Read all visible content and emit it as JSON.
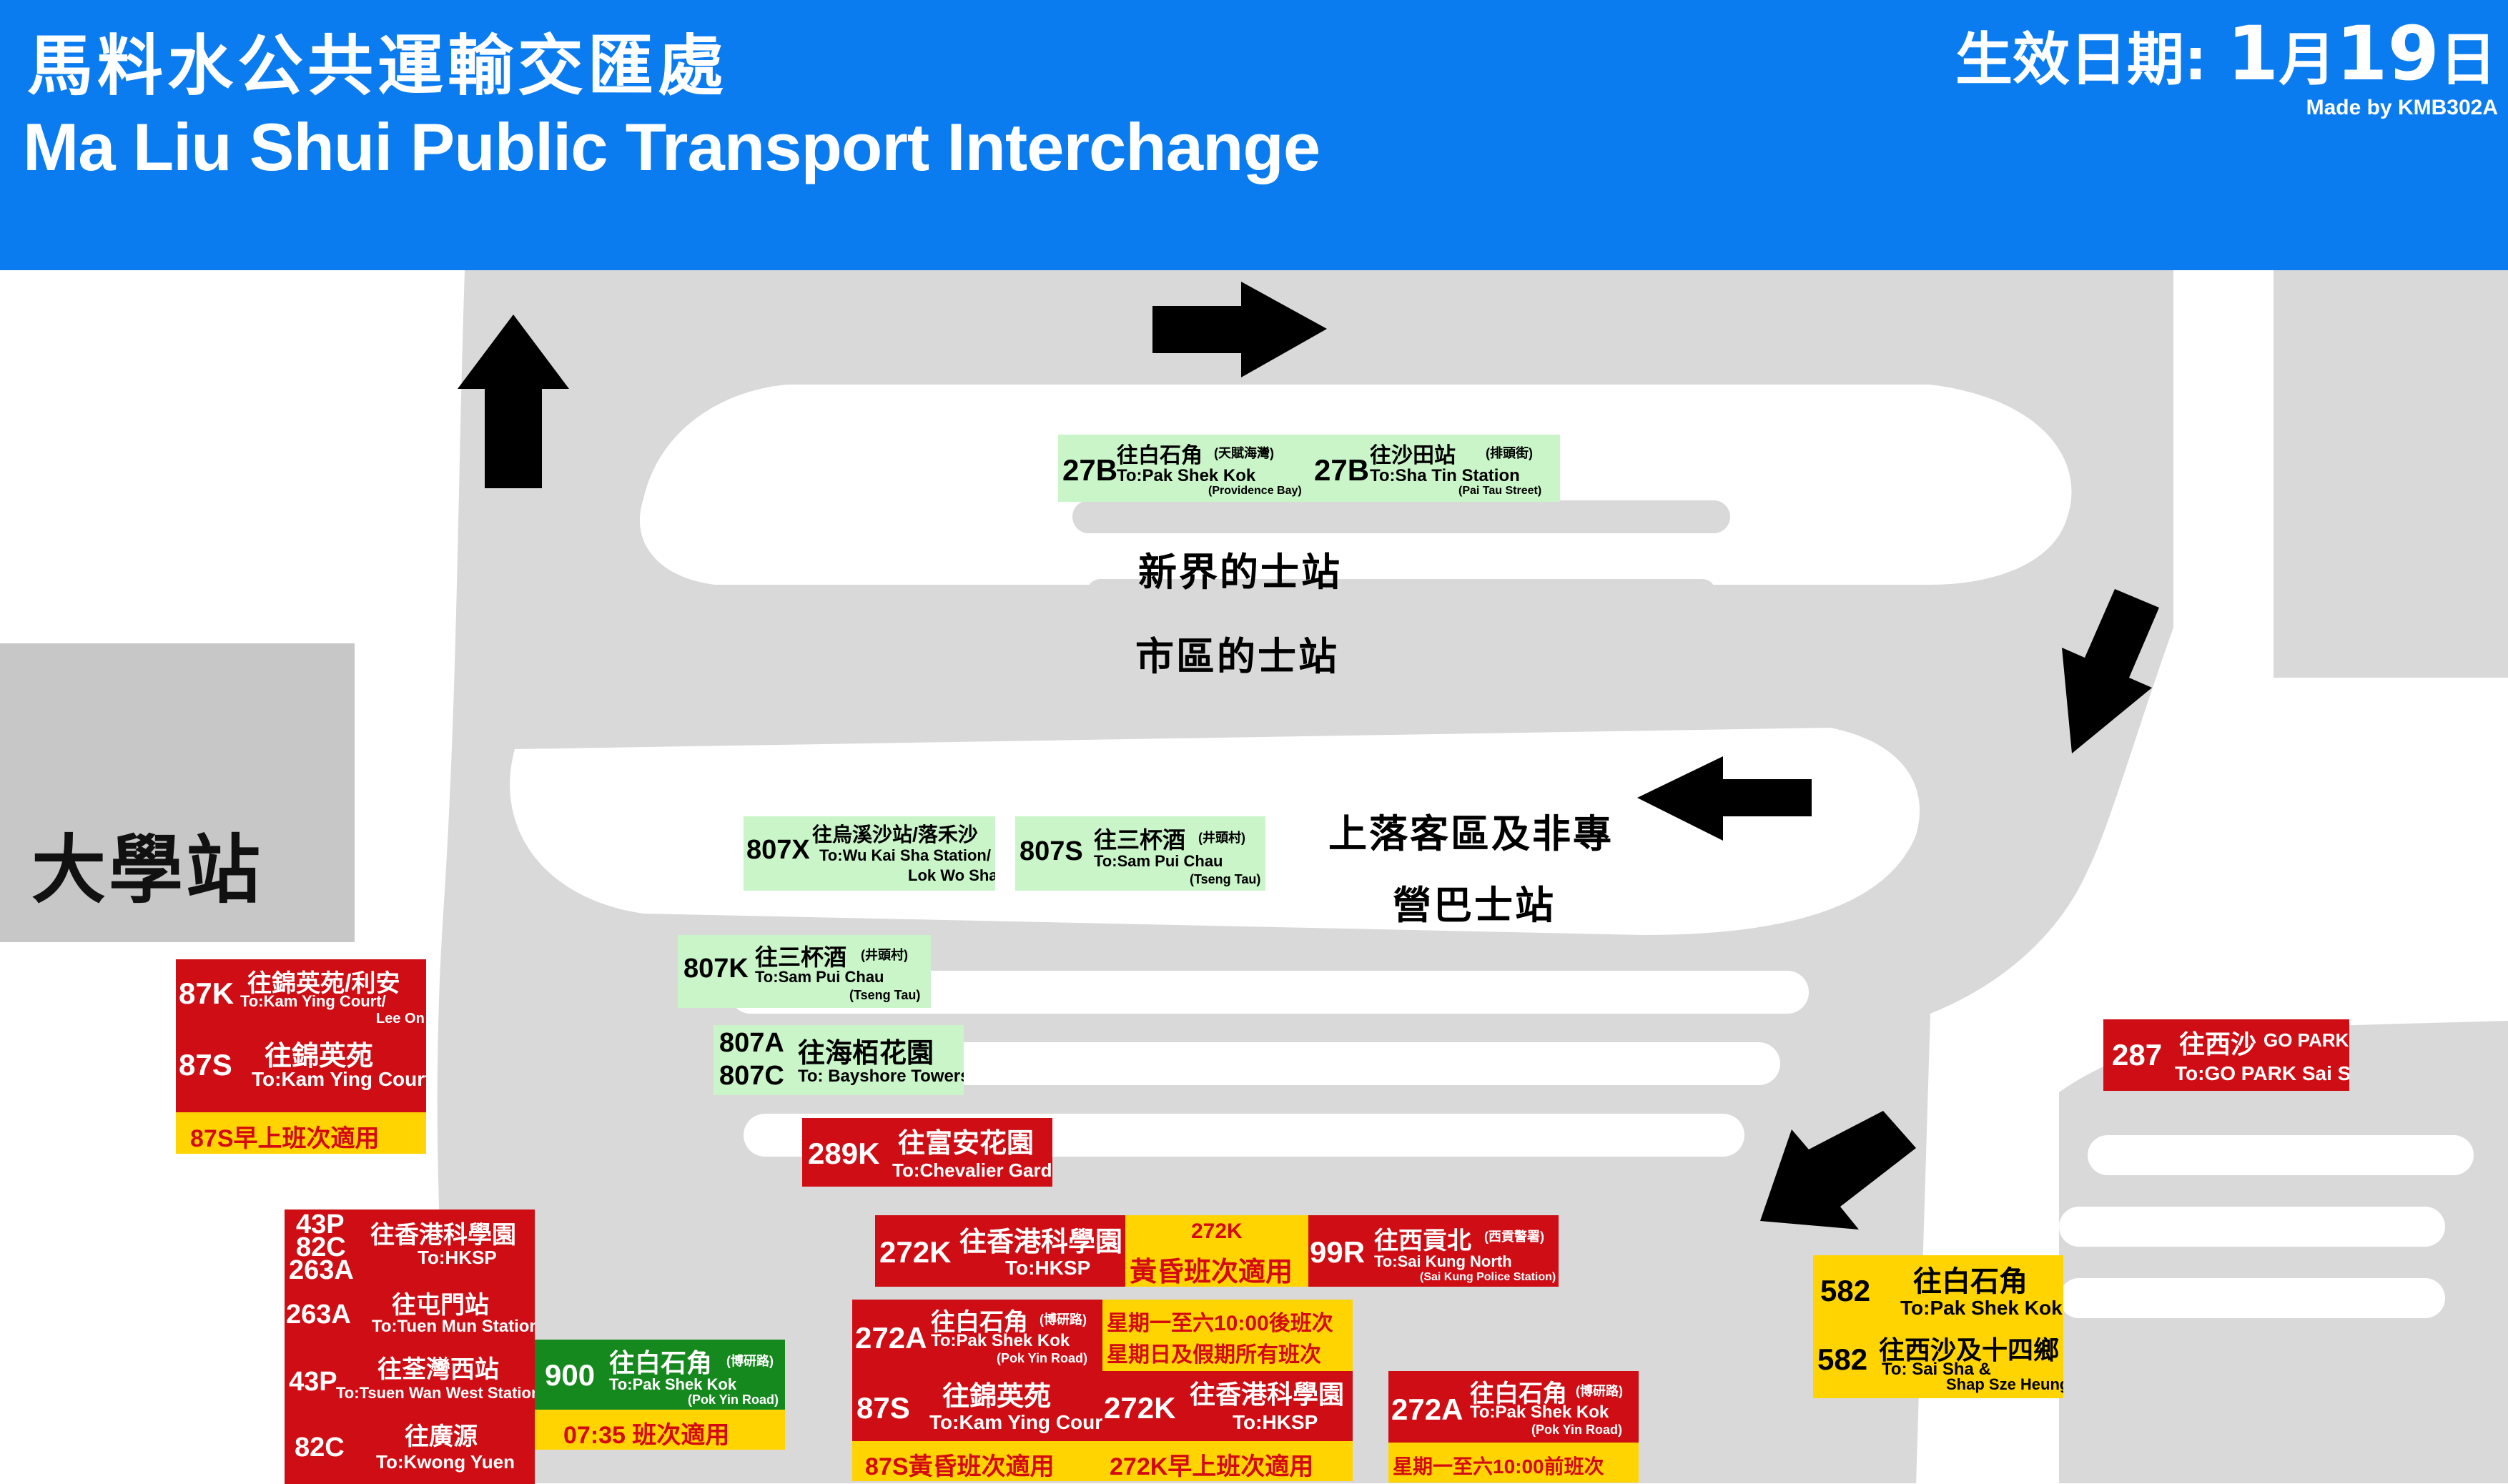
{
  "title": {
    "zh": "馬料水公共運輸交匯處",
    "en": "Ma Liu Shui Public Transport Interchange"
  },
  "effective": {
    "label": "生效日期:",
    "month": "1",
    "month_unit": "月",
    "day": "19",
    "day_unit": "日"
  },
  "credit": "Made by KMB302A",
  "station": "大學站",
  "areas": {
    "nt_taxi": "新界的士站",
    "urban_taxi": "市區的士站",
    "pickup_1": "上落客區及非專",
    "pickup_2": "營巴士站"
  },
  "boxes": {
    "b27b_pak": {
      "route": "27B",
      "zh": "往白石角",
      "zh_small": "(天賦海灣)",
      "en": "To:Pak Shek Kok",
      "en_small": "(Providence Bay)"
    },
    "b27b_sha": {
      "route": "27B",
      "zh": "往沙田站",
      "zh_small": "(排頭街)",
      "en": "To:Sha Tin Station",
      "en_small": "(Pai Tau Street)"
    },
    "b807x": {
      "route": "807X",
      "zh": "往烏溪沙站/落禾沙",
      "en": "To:Wu Kai Sha Station/",
      "en2": "Lok Wo Sha"
    },
    "b807s": {
      "route": "807S",
      "zh": "往三杯酒",
      "zh_small": "(井頭村)",
      "en": "To:Sam Pui Chau",
      "en_small": "(Tseng Tau)"
    },
    "b807k": {
      "route": "807K",
      "zh": "往三杯酒",
      "zh_small": "(井頭村)",
      "en": "To:Sam Pui Chau",
      "en_small": "(Tseng Tau)"
    },
    "b807ac": {
      "route1": "807A",
      "route2": "807C",
      "zh": "往海栢花園",
      "en": "To: Bayshore Towers"
    },
    "b87": {
      "route1": "87K",
      "zh1": "往錦英苑/利安",
      "en1": "To:Kam Ying Court/",
      "en1b": "Lee On",
      "route2": "87S",
      "zh2": "往錦英苑",
      "en2": "To:Kam Ying Court",
      "note": "87S早上班次適用"
    },
    "b289k": {
      "route": "289K",
      "zh": "往富安花園",
      "en": "To:Chevalier Garden"
    },
    "b287": {
      "route": "287",
      "zh": "往西沙",
      "zh_tag": "GO PARK",
      "en": "To:GO PARK Sai Sha"
    },
    "b272k_a": {
      "route": "272K",
      "zh": "往香港科學園",
      "en": "To:HKSP"
    },
    "b272k_note": {
      "route": "272K",
      "note": "黃昏班次適用"
    },
    "b99r": {
      "route": "99R",
      "zh": "往西貢北",
      "zh_small": "(西貢警署)",
      "en": "To:Sai Kung North",
      "en_small": "(Sai Kung Police Station)"
    },
    "b582": {
      "route1": "582",
      "zh1": "往白石角",
      "en1": "To:Pak Shek Kok",
      "route2": "582",
      "zh2": "往西沙及十四鄉",
      "en2": "To: Sai Sha &",
      "en2b": "Shap Sze Heung"
    },
    "bleft": {
      "r1a": "43P",
      "r1b": "82C",
      "r1c": "263A",
      "zh1": "往香港科學園",
      "en1": "To:HKSP",
      "r2": "263A",
      "zh2": "往屯門站",
      "en2": "To:Tuen Mun Station",
      "r3": "43P",
      "zh3": "往荃灣西站",
      "en3": "To:Tsuen Wan West Station",
      "r4": "82C",
      "zh4": "往廣源",
      "en4": "To:Kwong Yuen"
    },
    "b900": {
      "route": "900",
      "zh": "往白石角",
      "zh_small": "(博研路)",
      "en": "To:Pak Shek Kok",
      "en_small": "(Pok Yin Road)",
      "note": "07:35 班次適用"
    },
    "bmid": {
      "route1": "272A",
      "zh1": "往白石角",
      "zh1_small": "(博研路)",
      "en1": "To:Pak Shek Kok",
      "en1_small": "(Pok Yin Road)",
      "note1a": "星期一至六10:00後班次",
      "note1b": "星期日及假期所有班次",
      "route2": "87S",
      "zh2": "往錦英苑",
      "en2": "To:Kam Ying Court",
      "route3": "272K",
      "zh3": "往香港科學園",
      "en3": "To:HKSP",
      "note2": "87S黃昏班次適用",
      "note3": "272K早上班次適用"
    },
    "b272a_r": {
      "route": "272A",
      "zh": "往白石角",
      "zh_small": "(博研路)",
      "en": "To:Pak Shek Kok",
      "en_small": "(Pok Yin Road)",
      "note": "星期一至六10:00前班次"
    }
  },
  "colors": {
    "header": "#0a7cf0",
    "road": "#d9d9d9",
    "route_red": "#cf0d14",
    "route_green_light": "#c9f5c9",
    "route_green_dark": "#15891e",
    "note_yellow": "#ffd400",
    "arrow": "#000000"
  },
  "icons": [
    "arrow-right-icon",
    "arrow-up-icon",
    "arrow-down-left-icon",
    "arrow-left-icon"
  ]
}
